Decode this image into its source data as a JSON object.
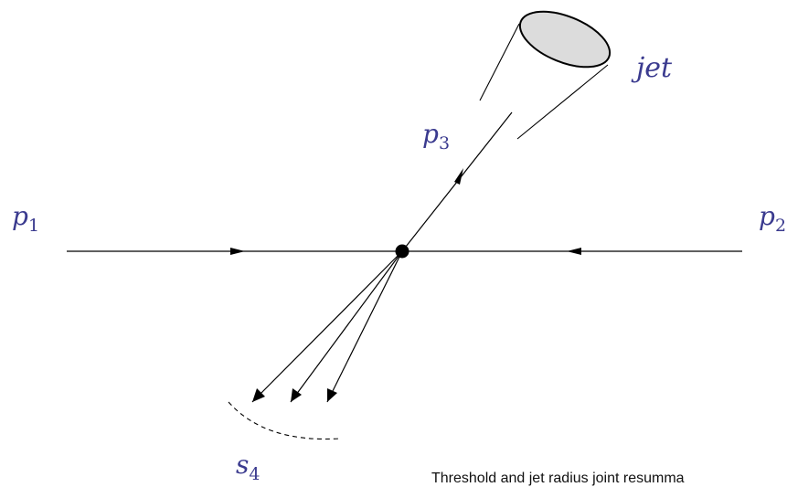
{
  "labels": {
    "p1": {
      "base": "p",
      "sub": "1"
    },
    "p2": {
      "base": "p",
      "sub": "2"
    },
    "p3": {
      "base": "p",
      "sub": "3"
    },
    "s4": {
      "base": "s",
      "sub": "4"
    },
    "jet": "jet"
  },
  "caption": "Threshold and jet radius joint resumma",
  "colors": {
    "label": "#3b3b8f",
    "line": "#000000",
    "cone_fill": "#dcdcdc"
  }
}
